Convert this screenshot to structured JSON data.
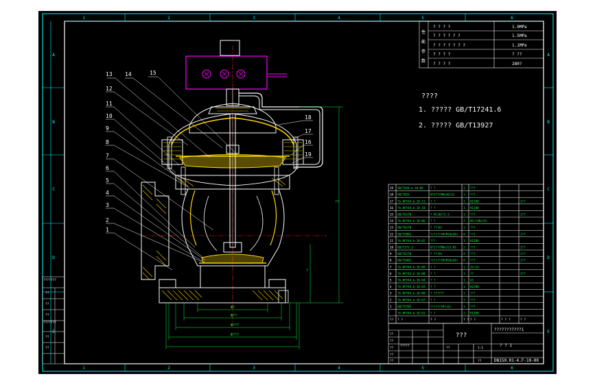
{
  "colors": {
    "background": "#000000",
    "frame": "#00ffff",
    "border": "#ffffff",
    "text": "#ffffff",
    "hatch": "#ffd700",
    "centerline": "#ff2020",
    "dimension": "#00ff40",
    "device": "#ff00ff",
    "table_text": "#00ff40"
  },
  "border_zone_numbers": {
    "top": [
      "1",
      "2",
      "3",
      "4",
      "5",
      "6"
    ],
    "bottom": [
      "1",
      "2",
      "3",
      "4",
      "5",
      "6"
    ],
    "left": [
      "A",
      "B",
      "C",
      "D",
      "E"
    ],
    "right": [
      "A",
      "B",
      "C",
      "D",
      "E"
    ]
  },
  "part_labels": [
    "13",
    "14",
    "15",
    "12",
    "11",
    "10",
    "9",
    "8",
    "7",
    "6",
    "5",
    "4",
    "3",
    "2",
    "1",
    "18",
    "17",
    "16",
    "19"
  ],
  "spec_table": {
    "vertical_label": [
      "性",
      "能",
      "参",
      "数"
    ],
    "rows": [
      {
        "name": "? ? ? ?",
        "value": "1.0MPa"
      },
      {
        "name": "? ? ? ? ? ?",
        "value": "1.5MPa"
      },
      {
        "name": "? ? ? ? ? ? ?",
        "value": "1.1MPa"
      },
      {
        "name": "? ? ? ?",
        "value": "?  ??"
      },
      {
        "name": "? ? ? ?",
        "value": "280?"
      }
    ]
  },
  "notes": {
    "title": "????",
    "items": [
      "1. ?????   GB/T17241.6",
      "2. ?????   GB/T13927"
    ]
  },
  "bom": {
    "rows": [
      [
        "19",
        "GB/T444.b-10-05",
        "? ?",
        "1",
        "???",
        "",
        ""
      ],
      [
        "18",
        "GB/T825",
        "0?2??(M8x30)15",
        "1",
        "???",
        "",
        ""
      ],
      [
        "17",
        "?b.HFY44.b-10-11",
        "? ?",
        "1",
        "H1200",
        "",
        "1??"
      ],
      [
        "16",
        "?b.HFY44.b-10-10",
        "? ?",
        "1",
        "H1200",
        "",
        ""
      ],
      [
        "15",
        "GB/T6170",
        "? M(10)?3.5",
        "1",
        "???",
        "",
        "1??"
      ],
      [
        "14",
        "?b.HFY44.b-10-06",
        "? ?",
        "2",
        "0Cr13Ni(9)",
        "",
        ""
      ],
      [
        "13",
        "GB/T6170",
        "? ??(6)",
        "1",
        "???",
        "",
        ""
      ],
      [
        "12",
        "GB/T5901",
        "?(?)??(M)M(8x30)",
        "4",
        "???",
        "",
        "1??"
      ],
      [
        "11",
        "?b.HFY44.b-10-02",
        "???",
        "1",
        "H1200",
        "",
        ""
      ],
      [
        "10",
        "GB/T3?5.3",
        "0?2??(M8x3)5.85",
        "2",
        "???",
        "",
        "1??"
      ],
      [
        "9",
        "GB/T6170",
        "? ??(8)",
        "4",
        "???",
        "",
        "1??"
      ],
      [
        "8",
        "GB/T5901",
        "?(?)??(M)M(8x30)",
        "4",
        "???",
        "",
        "1??"
      ],
      [
        "7",
        "?b.HFY44.b-10-09",
        "? ?",
        "1",
        "2Cr13",
        "",
        ""
      ],
      [
        "6",
        "?b.HFY44.b-10-08",
        "? ?",
        "1",
        "??",
        "",
        "1??"
      ],
      [
        "5",
        "?b.HFY44.b-10-04",
        "? ?",
        "1",
        "A3",
        "",
        ""
      ],
      [
        "4",
        "?b.HFY44.b-10-03",
        "? ?",
        "1",
        "H1200",
        "",
        ""
      ],
      [
        "3",
        "?b.HFY44.b-10-08",
        "? ??????",
        "1",
        "???",
        "",
        ""
      ],
      [
        "2",
        "?b.HFY44.b-10-07",
        "? ?",
        "1",
        "???",
        "",
        ""
      ],
      [
        "1",
        "GB/T5785",
        "??(?)?(M)(6)",
        "1",
        "???",
        "",
        ""
      ],
      [
        "",
        "?b.HFY44.b-10-01",
        "? ?",
        "1",
        "H1200",
        "",
        ""
      ]
    ],
    "footer": [
      "??",
      "? ?",
      "? ?",
      "? ?",
      "? ?",
      "? ? ?",
      "? ?"
    ]
  },
  "title_block": {
    "drawing_name": "???",
    "title_right_top": "???????????1",
    "title_right_mid": "? ? 1",
    "drawing_number": "DN150.01-4.F-10-00",
    "small_labels": [
      "??",
      "??",
      "??",
      "??",
      "?????",
      "??",
      "1:1",
      "??",
      "??"
    ]
  },
  "left_strip": [
    "???????",
    "??",
    "??",
    "??",
    "???????",
    "??",
    "??"
  ],
  "dimension_labels": [
    "Ф?",
    "Ф??",
    "Ф???",
    "Ф???",
    "??",
    "?"
  ]
}
